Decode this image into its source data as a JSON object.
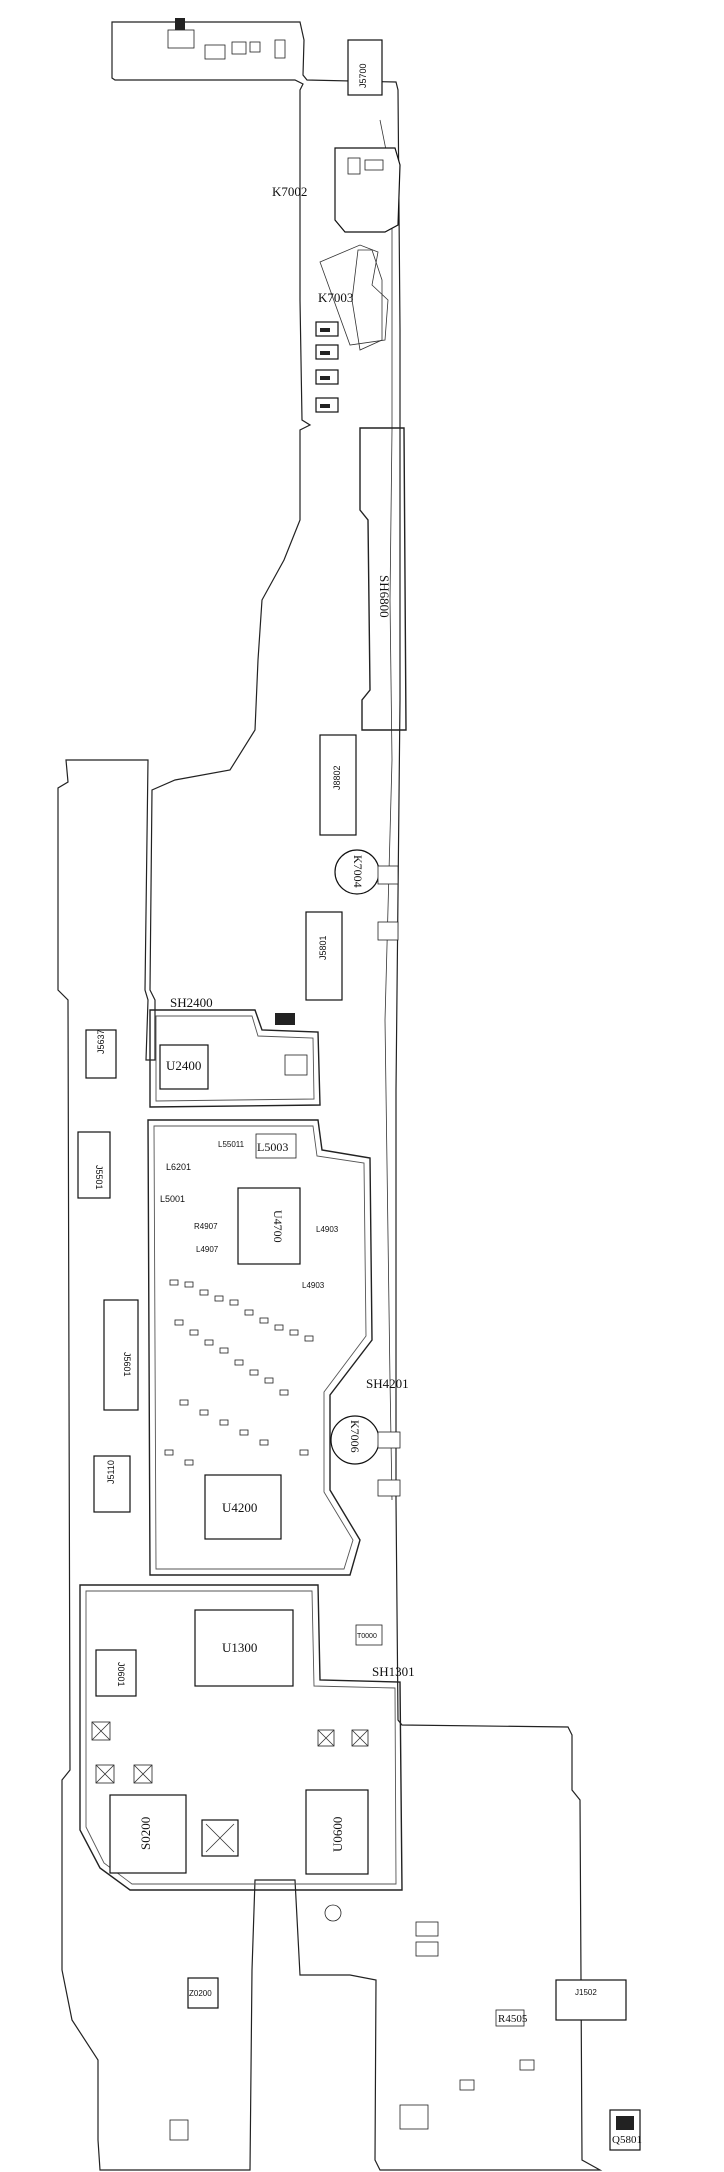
{
  "diagram": {
    "board_labels": {
      "k7002": "K7002",
      "k7003": "K7003",
      "sh6800": "SH6800",
      "k7004": "K7004",
      "sh2400": "SH2400",
      "u2400": "U2400",
      "l5003": "L5003",
      "l55011": "L55011",
      "l6201": "L6201",
      "l5001": "L5001",
      "r4907": "R4907",
      "l4907": "L4907",
      "u4700": "U4700",
      "l4903a": "L4903",
      "l4903b": "L4903",
      "j5601": "J5601",
      "j5501": "J5501",
      "j5637": "J5637",
      "sh4201": "SH4201",
      "k7006": "K7006",
      "u4200": "U4200",
      "j5110": "J5110",
      "u1300": "U1300",
      "sh1301": "SH1301",
      "j0601": "J0601",
      "s0200": "S0200",
      "u0600": "U0600",
      "r4505": "R4505",
      "q5801": "Q5801",
      "j5700": "J5700",
      "j8802": "J8802",
      "j5801": "J5801",
      "j1502": "J1502",
      "z0200": "Z0200",
      "t0000": "T0000"
    }
  }
}
